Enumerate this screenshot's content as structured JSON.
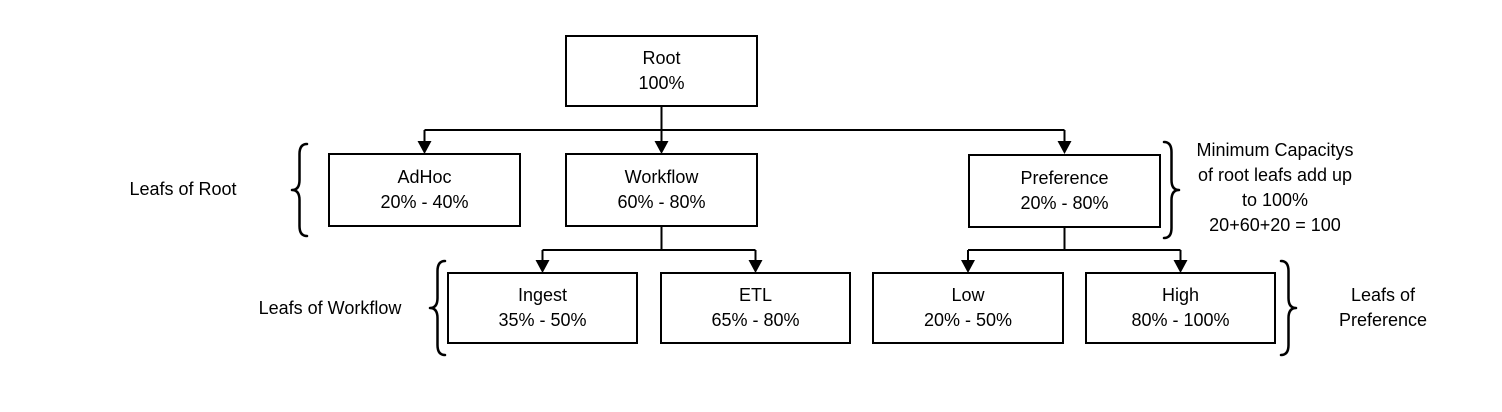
{
  "diagram": {
    "background": "#ffffff",
    "stroke_color": "#000000",
    "text_color": "#000000",
    "nodes": [
      {
        "id": "root",
        "title": "Root",
        "range": "100%"
      },
      {
        "id": "adhoc",
        "title": "AdHoc",
        "range": "20% - 40%"
      },
      {
        "id": "workflow",
        "title": "Workflow",
        "range": "60% - 80%"
      },
      {
        "id": "preference",
        "title": "Preference",
        "range": "20% - 80%"
      },
      {
        "id": "ingest",
        "title": "Ingest",
        "range": "35% - 50%"
      },
      {
        "id": "etl",
        "title": "ETL",
        "range": "65% - 80%"
      },
      {
        "id": "low",
        "title": "Low",
        "range": "20% - 50%"
      },
      {
        "id": "high",
        "title": "High",
        "range": "80% - 100%"
      }
    ],
    "annotations": {
      "leafs_of_root": "Leafs of Root",
      "leafs_of_workflow": "Leafs of Workflow",
      "leafs_of_preference": {
        "line1": "Leafs of",
        "line2": "Preference"
      },
      "note": {
        "line1": "Minimum Capacitys",
        "line2": "of root leafs add up",
        "line3": "to 100%",
        "line4": "20+60+20 = 100"
      }
    }
  }
}
